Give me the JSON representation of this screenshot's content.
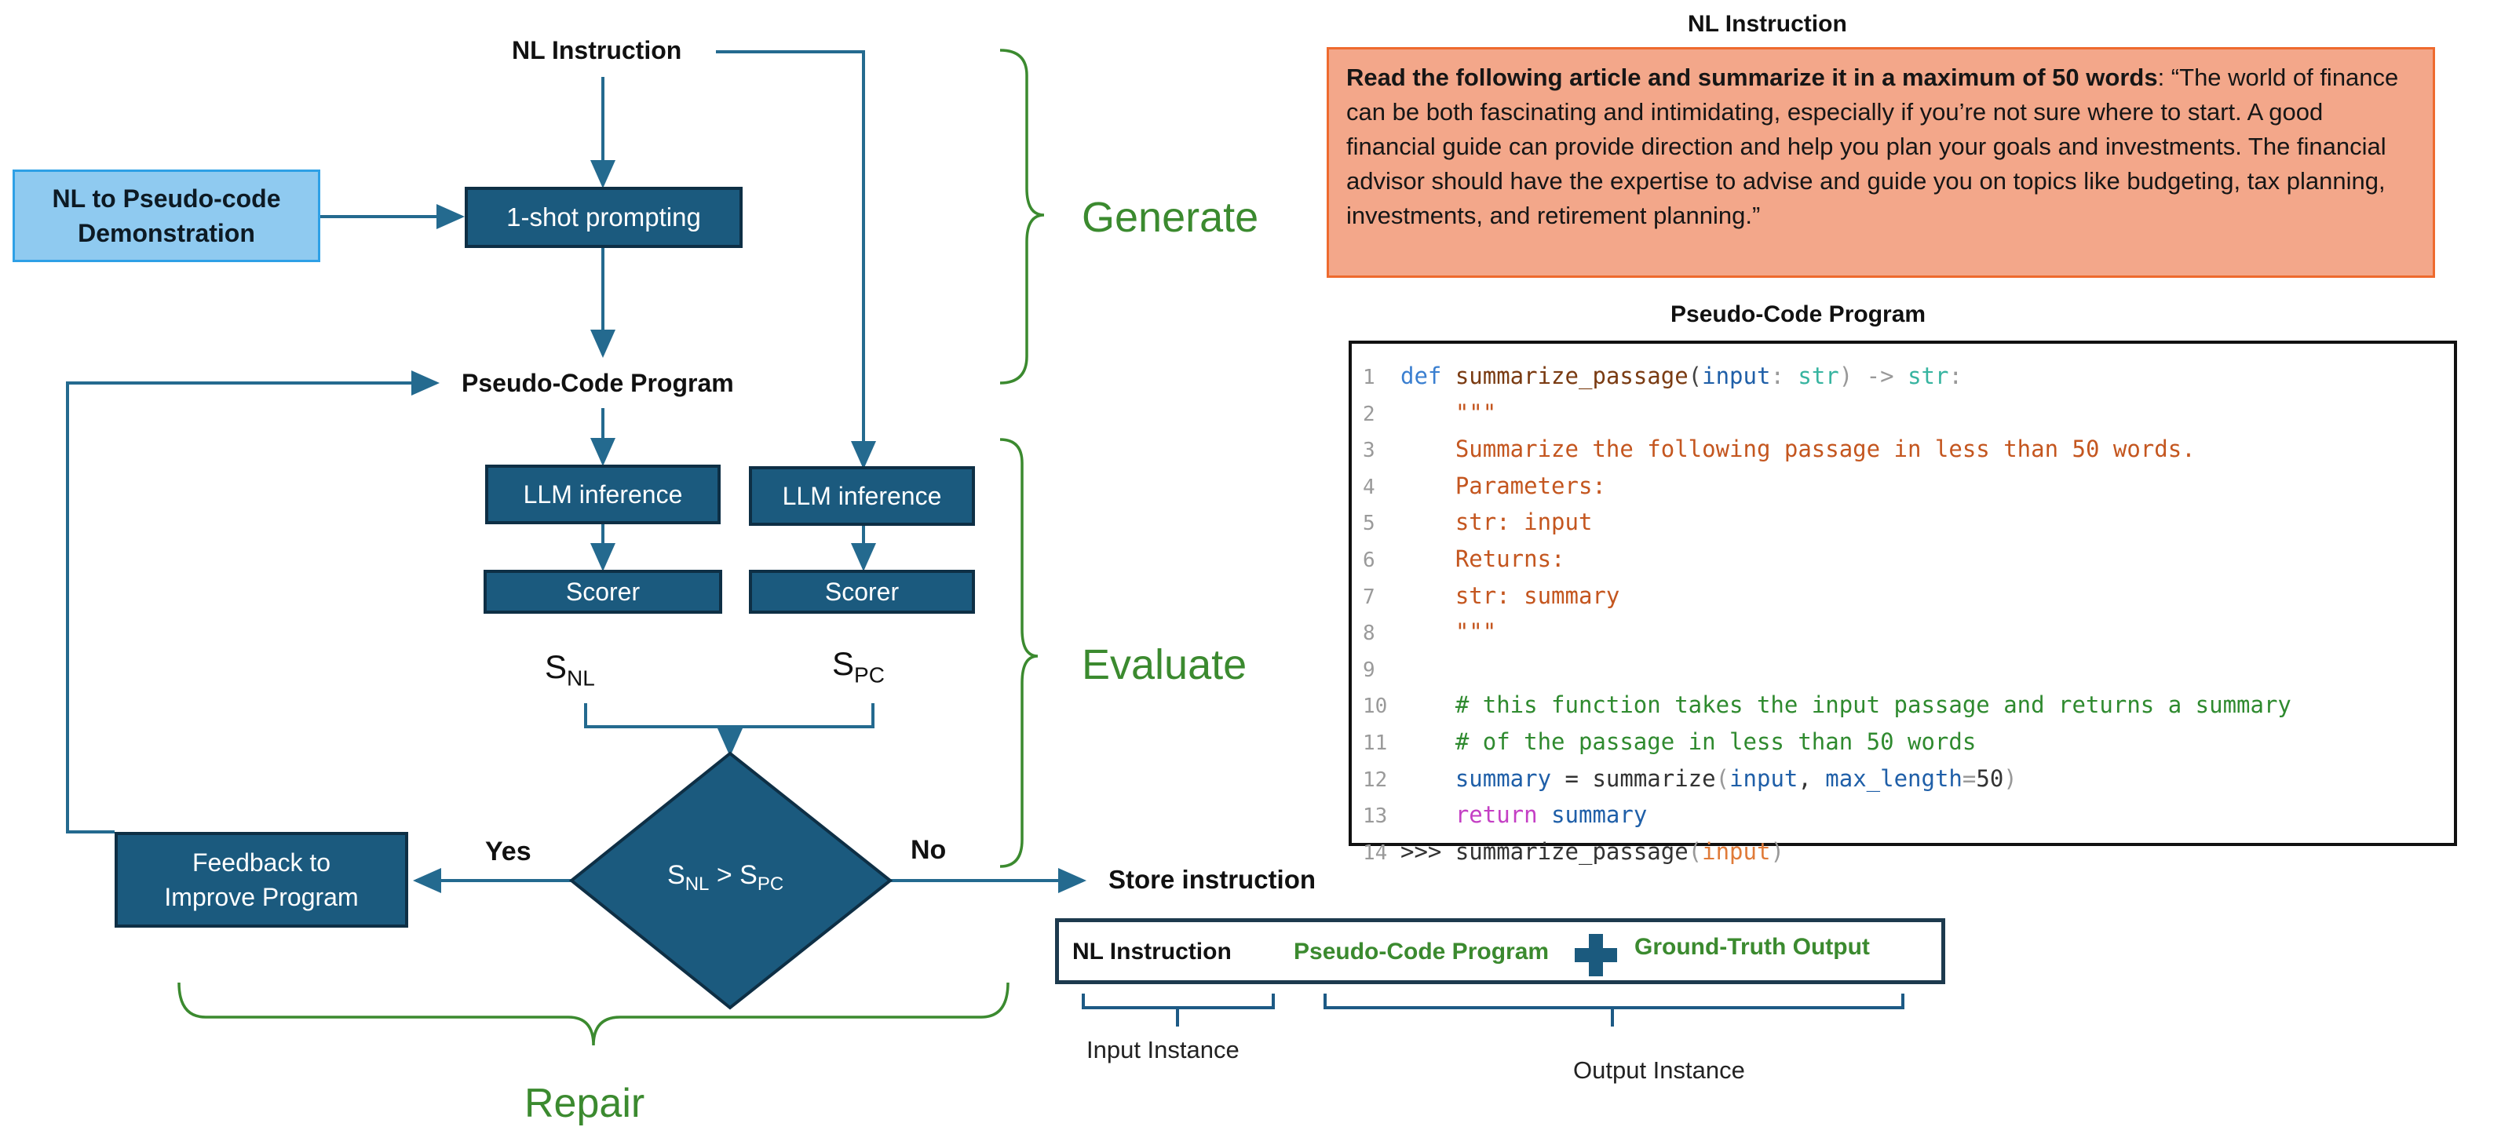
{
  "flowchart": {
    "nl_instruction": "NL Instruction",
    "demo_box": [
      "NL to Pseudo-code",
      "Demonstration"
    ],
    "prompting": "1-shot prompting",
    "pseudo_code_program": "Pseudo-Code Program",
    "llm_inference_left": "LLM inference",
    "llm_inference_right": "LLM inference",
    "scorer_left": "Scorer",
    "scorer_right": "Scorer",
    "s_nl": {
      "base": "S",
      "sub": "NL"
    },
    "s_pc": {
      "base": "S",
      "sub": "PC"
    },
    "decision": {
      "left_base": "S",
      "left_sub": "NL",
      "op": " > ",
      "right_base": "S",
      "right_sub": "PC"
    },
    "yes": "Yes",
    "no": "No",
    "feedback": [
      "Feedback to",
      "Improve Program"
    ],
    "store_instruction": "Store instruction",
    "sections": {
      "generate": "Generate",
      "evaluate": "Evaluate",
      "repair": "Repair"
    }
  },
  "example": {
    "nl_title": "NL Instruction",
    "nl_text_bold": "Read the following article and summarize it in a maximum of 50 words",
    "nl_text_rest": ": “The world of finance can be both fascinating and intimidating, especially if you’re not sure where to start. A good financial guide can provide direction and help you plan your goals and investments. The financial advisor should have the expertise to advise and guide you on topics like budgeting, tax planning, investments, and retirement planning.”",
    "code_title": "Pseudo-Code Program",
    "code_lines": [
      {
        "n": "1",
        "tokens": [
          {
            "t": "def ",
            "c": "#3a7fd0"
          },
          {
            "t": "summarize_passage",
            "c": "#7a3b12"
          },
          {
            "t": "(",
            "c": "#444444"
          },
          {
            "t": "input",
            "c": "#1f5fa8"
          },
          {
            "t": ": ",
            "c": "#999999"
          },
          {
            "t": "str",
            "c": "#37b4a0"
          },
          {
            "t": ") -> ",
            "c": "#999999"
          },
          {
            "t": "str",
            "c": "#37b4a0"
          },
          {
            "t": ":",
            "c": "#999999"
          }
        ]
      },
      {
        "n": "2",
        "tokens": [
          {
            "t": "    \"\"\"",
            "c": "#c4561f"
          }
        ]
      },
      {
        "n": "3",
        "tokens": [
          {
            "t": "    Summarize the following passage in less than 50 words.",
            "c": "#c4561f"
          }
        ]
      },
      {
        "n": "4",
        "tokens": [
          {
            "t": "    Parameters:",
            "c": "#c4561f"
          }
        ]
      },
      {
        "n": "5",
        "tokens": [
          {
            "t": "    str: input",
            "c": "#c4561f"
          }
        ]
      },
      {
        "n": "6",
        "tokens": [
          {
            "t": "    Returns:",
            "c": "#c4561f"
          }
        ]
      },
      {
        "n": "7",
        "tokens": [
          {
            "t": "    str: summary",
            "c": "#c4561f"
          }
        ]
      },
      {
        "n": "8",
        "tokens": [
          {
            "t": "    \"\"\"",
            "c": "#c4561f"
          }
        ]
      },
      {
        "n": "9",
        "tokens": []
      },
      {
        "n": "10",
        "tokens": [
          {
            "t": "    # this function takes the input passage and returns a summary",
            "c": "#2f8a2f"
          }
        ]
      },
      {
        "n": "11",
        "tokens": [
          {
            "t": "    # of the passage in less than 50 words",
            "c": "#2f8a2f"
          }
        ]
      },
      {
        "n": "12",
        "tokens": [
          {
            "t": "    summary",
            "c": "#1f5fa8"
          },
          {
            "t": " = ",
            "c": "#333333"
          },
          {
            "t": "summarize",
            "c": "#333333"
          },
          {
            "t": "(",
            "c": "#999999"
          },
          {
            "t": "input",
            "c": "#1f5fa8"
          },
          {
            "t": ", ",
            "c": "#333333"
          },
          {
            "t": "max_length",
            "c": "#1f5fa8"
          },
          {
            "t": "=",
            "c": "#999999"
          },
          {
            "t": "50",
            "c": "#333333"
          },
          {
            "t": ")",
            "c": "#999999"
          }
        ]
      },
      {
        "n": "13",
        "tokens": [
          {
            "t": "    return ",
            "c": "#c43fc4"
          },
          {
            "t": "summary",
            "c": "#1f5fa8"
          }
        ]
      },
      {
        "n": "14",
        "tokens": [
          {
            "t": ">>> ",
            "c": "#333333"
          },
          {
            "t": "summarize_passage",
            "c": "#333333"
          },
          {
            "t": "(",
            "c": "#999999"
          },
          {
            "t": "input",
            "c": "#e07b39"
          },
          {
            "t": ")",
            "c": "#999999"
          }
        ]
      }
    ]
  },
  "triplet": {
    "nl_instruction": "NL Instruction",
    "pseudo_code_program": "Pseudo-Code Program",
    "ground_truth": "Ground-Truth Output",
    "input_instance": "Input Instance",
    "output_instance": "Output Instance"
  },
  "colors": {
    "dark_box": "#1b5a7e",
    "arrow": "#246a8f",
    "green": "#3b8a2f",
    "nl_fill": "#f3a78a",
    "demo_fill": "#8fcaf0"
  }
}
